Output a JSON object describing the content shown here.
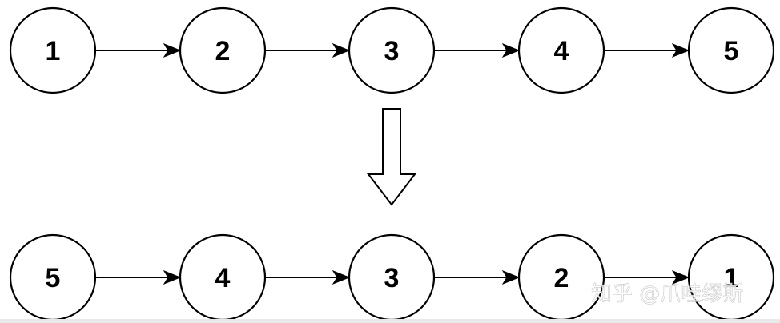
{
  "diagram": {
    "original_list": {
      "nodes": [
        "1",
        "2",
        "3",
        "4",
        "5"
      ]
    },
    "reversed_list": {
      "nodes": [
        "5",
        "4",
        "3",
        "2",
        "1"
      ]
    }
  },
  "watermark": "知乎 @爪哇缪斯",
  "colors": {
    "stroke": "#000000",
    "node_fill": "#ffffff",
    "background": "#ffffff"
  }
}
